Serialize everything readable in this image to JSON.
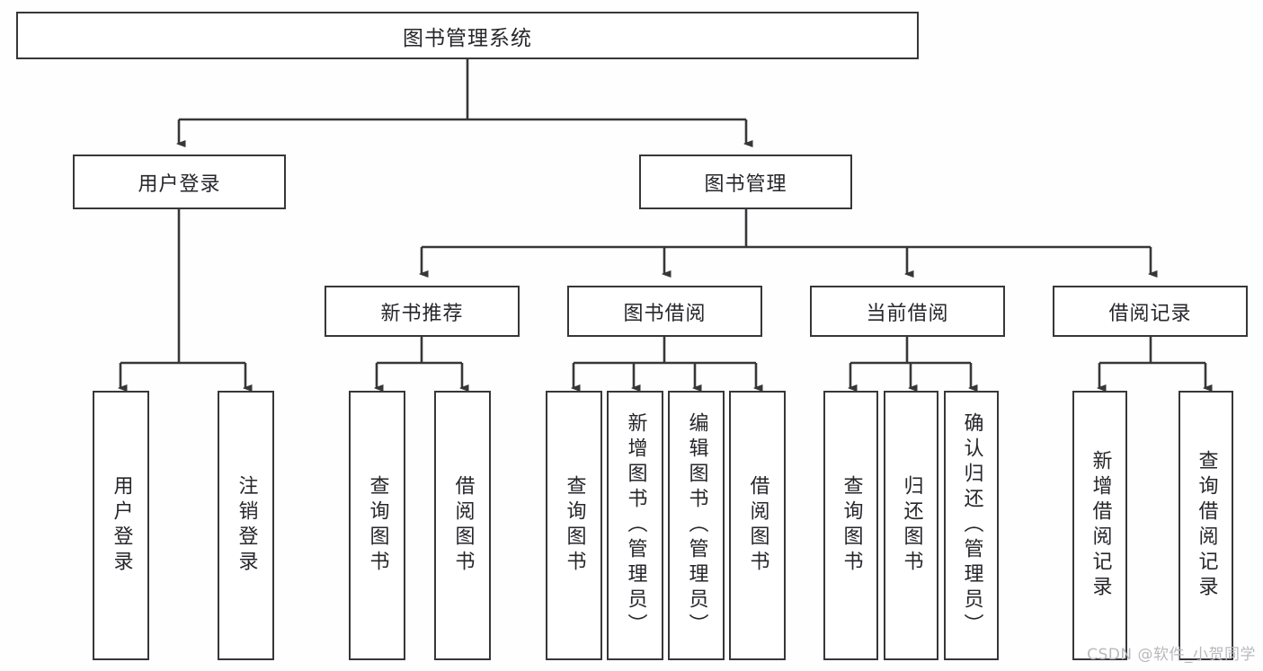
{
  "diagram": {
    "title": "图书管理系统",
    "type": "tree-hierarchy-chart",
    "root": {
      "label": "图书管理系统"
    },
    "level2": [
      {
        "label": "用户登录"
      },
      {
        "label": "图书管理"
      }
    ],
    "level3": [
      {
        "label": "新书推荐"
      },
      {
        "label": "图书借阅"
      },
      {
        "label": "当前借阅"
      },
      {
        "label": "借阅记录"
      }
    ],
    "leaves": {
      "user_login": [
        {
          "label": "用户登录"
        },
        {
          "label": "注销登录"
        }
      ],
      "new_book_recommend": [
        {
          "label": "查询图书"
        },
        {
          "label": "借阅图书"
        }
      ],
      "book_borrow": [
        {
          "label": "查询图书"
        },
        {
          "label": "新增图书（管理员）"
        },
        {
          "label": "编辑图书（管理员）"
        },
        {
          "label": "借阅图书"
        }
      ],
      "current_borrow": [
        {
          "label": "查询图书"
        },
        {
          "label": "归还图书"
        },
        {
          "label": "确认归还（管理员）"
        }
      ],
      "borrow_record": [
        {
          "label": "新增借阅记录"
        },
        {
          "label": "查询借阅记录"
        }
      ]
    }
  },
  "watermark": {
    "text": "CSDN @软件_小贺同学"
  },
  "colors": {
    "line": "#37373a",
    "box_fill": "#ffffff",
    "text": "#26262b",
    "background": "#fefefe",
    "watermark": "#b9b9bd"
  }
}
